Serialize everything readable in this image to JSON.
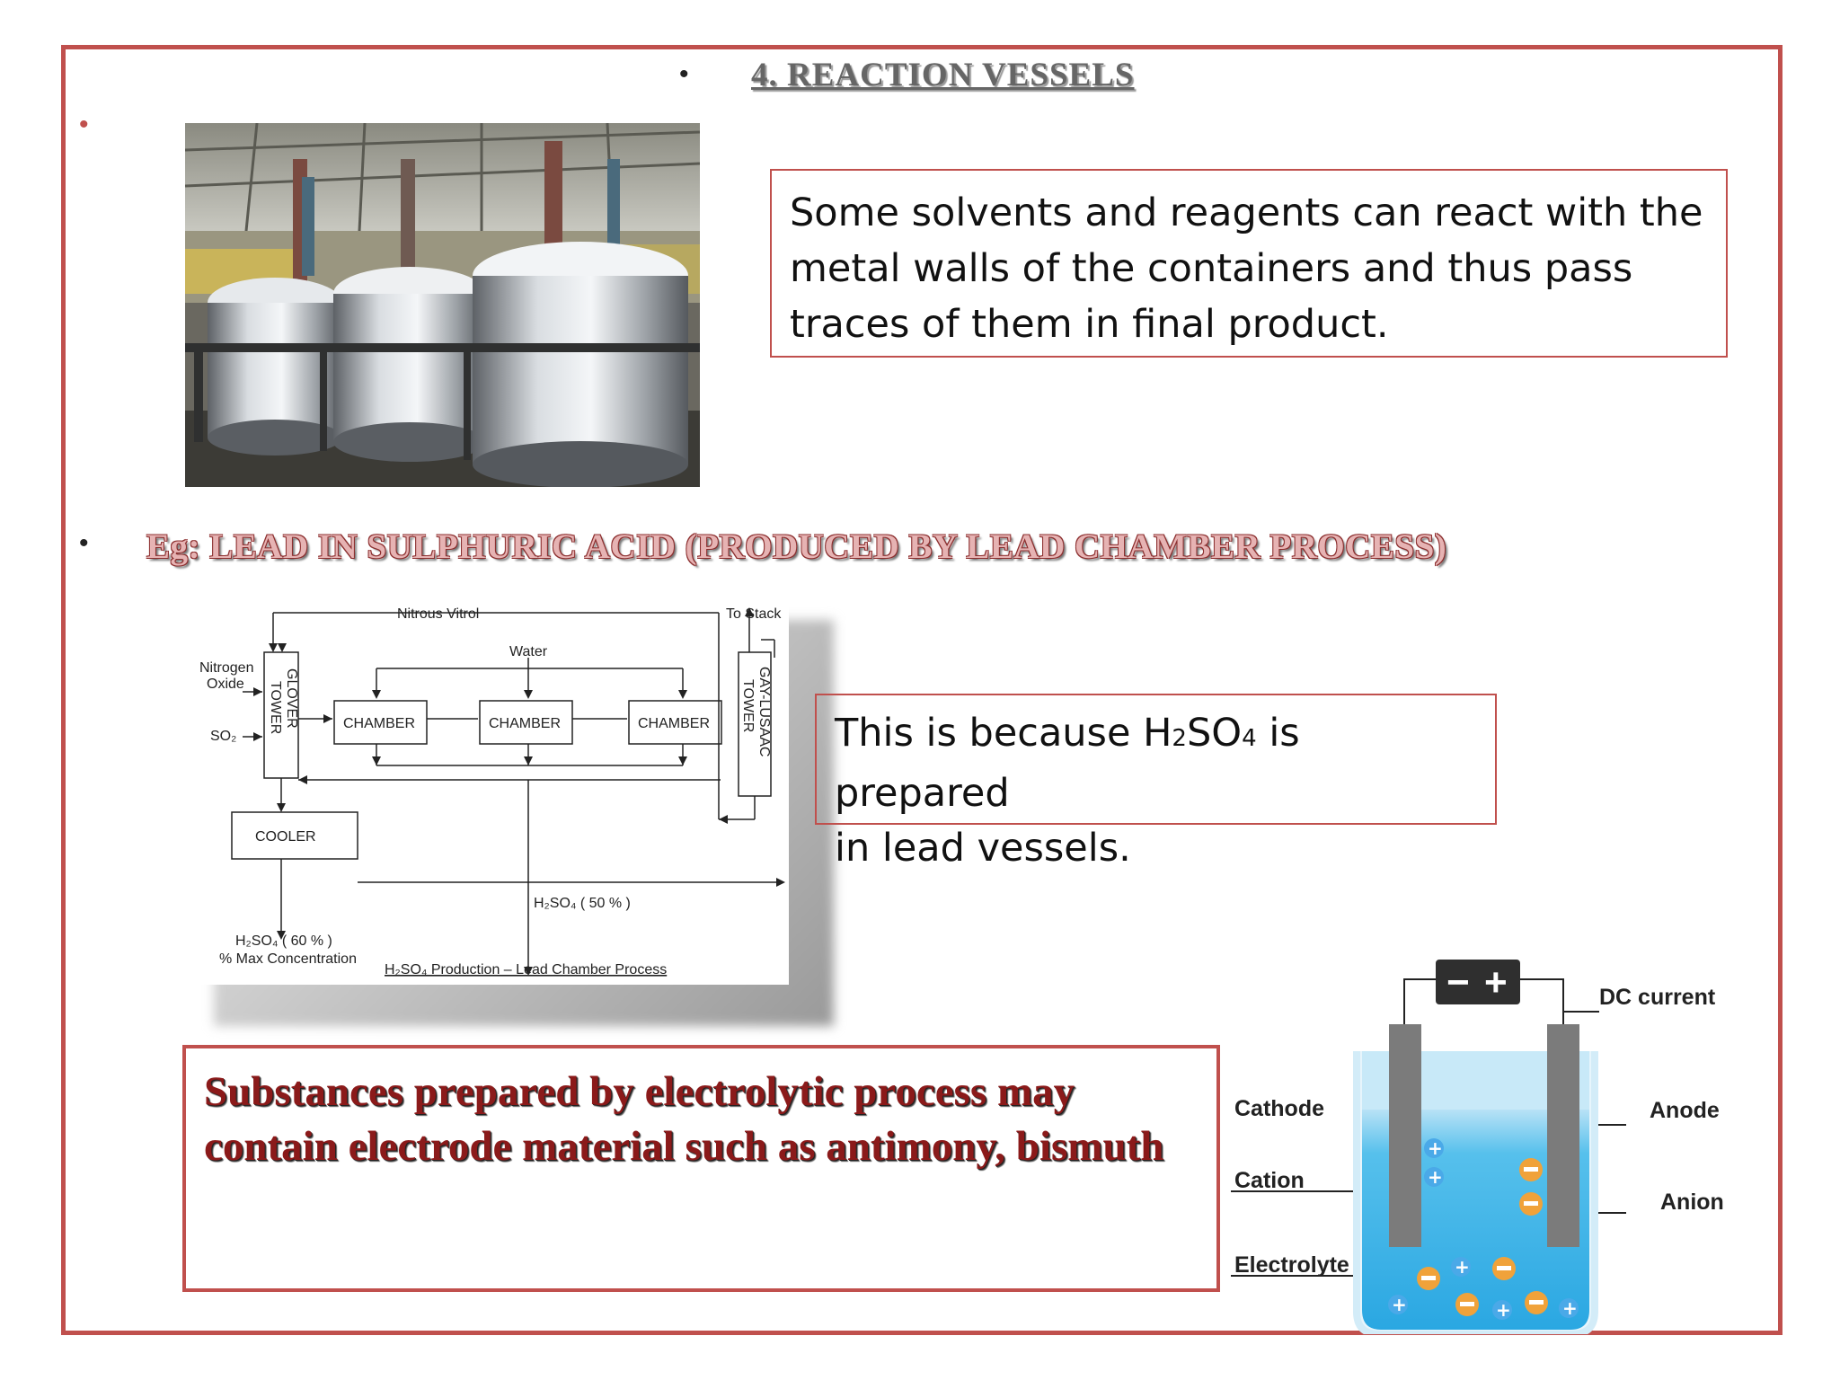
{
  "title": "4. REACTION VESSELS",
  "eg_heading": "Eg: LEAD IN SULPHURIC ACID (PRODUCED BY LEAD CHAMBER PROCESS)",
  "box1": {
    "text": "Some solvents and reagents can react with the metal walls of the containers and thus pass traces of them in final product."
  },
  "box2": {
    "line1_before": "This is because H",
    "sub1": "2",
    "mid": "SO",
    "sub2": "4",
    "line1_after": " is prepared",
    "line2": "in lead vessels."
  },
  "box3": {
    "text": "Substances prepared by electrolytic process may contain electrode material such as antimony, bismuth"
  },
  "lead_chamber_diagram": {
    "nitrous_vitrol": "Nitrous Vitrol",
    "to_stack": "To Stack",
    "water": "Water",
    "nitrogen": "Nitrogen",
    "oxide": "Oxide",
    "so2": "SO₂",
    "glover": "GLOVER",
    "tower": "TOWER",
    "chamber": "CHAMBER",
    "gay_lusaac": "GAY-LUSAAC",
    "cooler": "COOLER",
    "h2so4_50": "H₂SO₄ ( 50 % )",
    "h2so4_60": "H₂SO₄ ( 60 % )",
    "max_conc": "% Max Concentration",
    "caption": "H₂SO₄ Production – Lead Chamber Process"
  },
  "electrolysis_diagram": {
    "minus": "−",
    "plus": "+",
    "dc_current": "DC current",
    "cathode": "Cathode",
    "anode": "Anode",
    "cation": "Cation",
    "anion": "Anion",
    "electrolyte": "Electrolyte"
  },
  "colors": {
    "accent_red": "#c0504d",
    "dark_red_text": "#8b1a1a",
    "electrolyte_blue": "#3fb4e8",
    "anion_orange": "#f0a23a"
  }
}
